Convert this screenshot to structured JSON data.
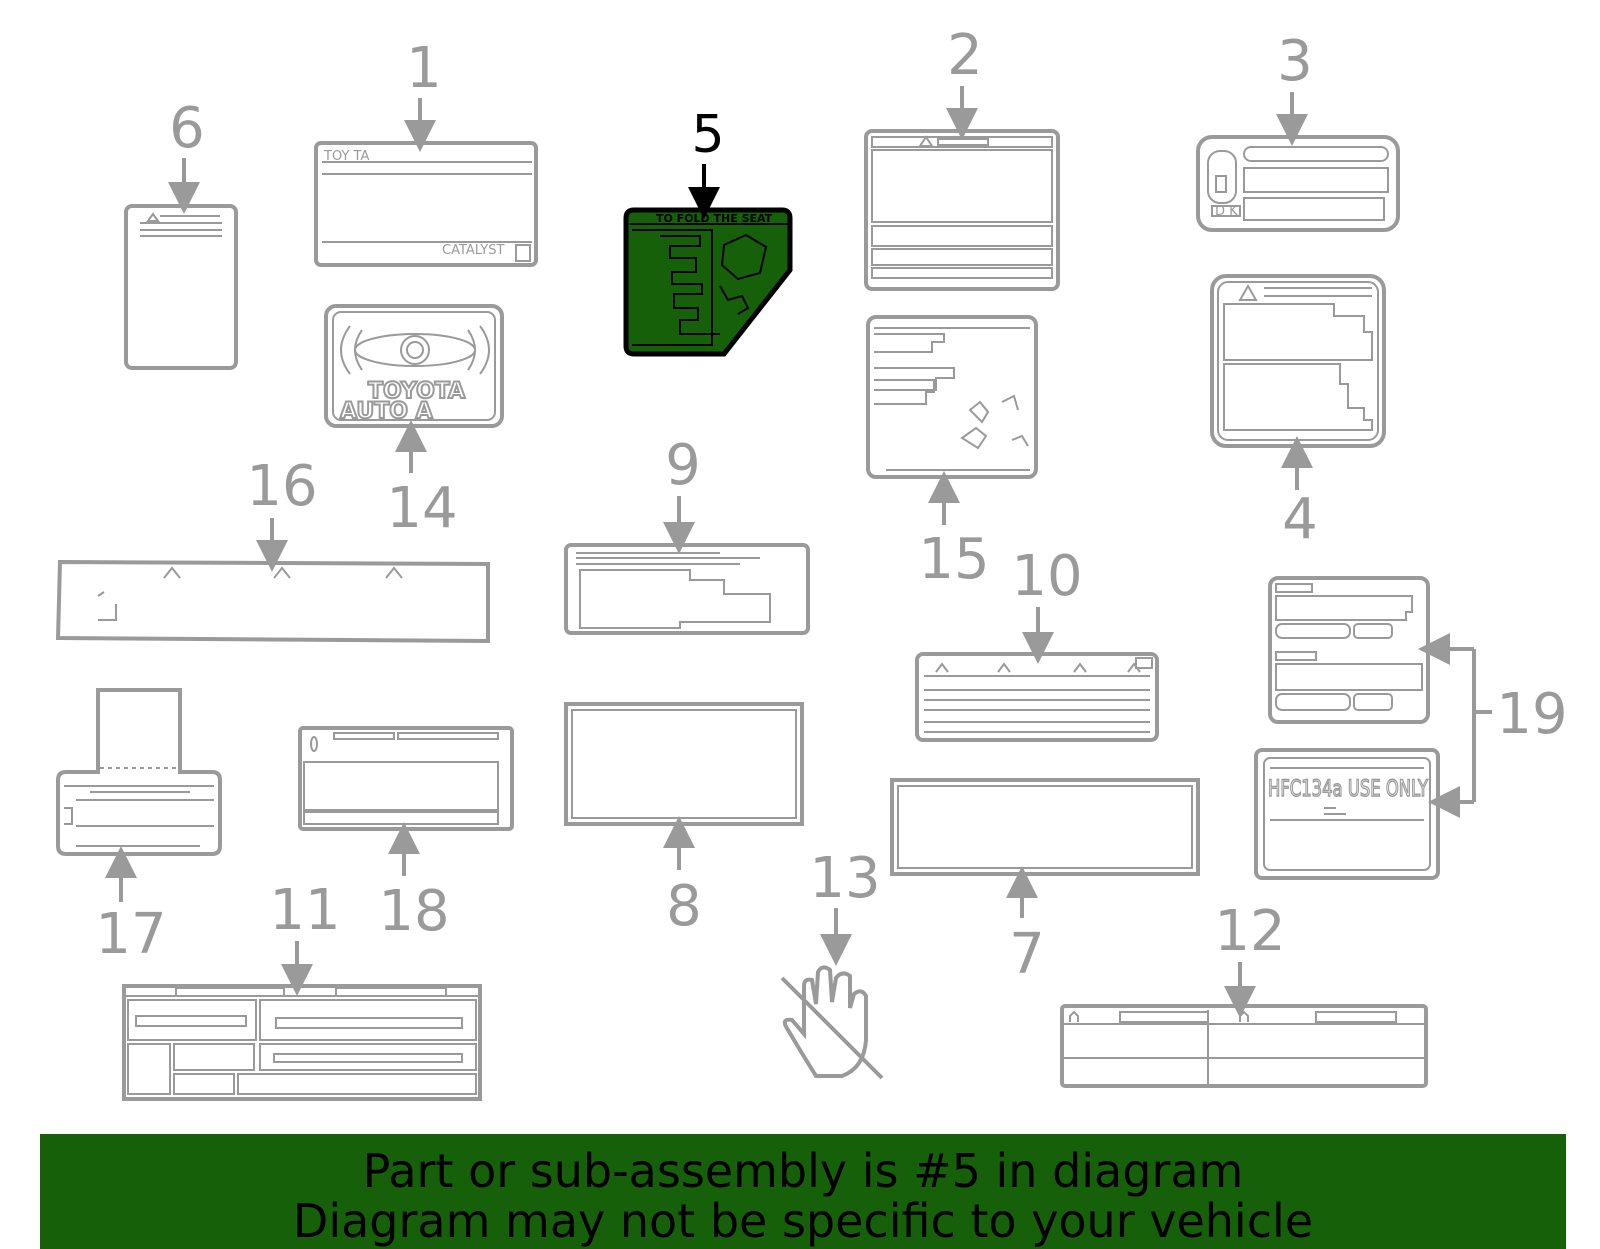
{
  "colors": {
    "highlight": "#156008",
    "line": "#9a9a9a",
    "selected_callout": "#000000"
  },
  "selected_part": "5",
  "callouts": {
    "c1": "1",
    "c2": "2",
    "c3": "3",
    "c4": "4",
    "c5": "5",
    "c6": "6",
    "c7": "7",
    "c8": "8",
    "c9": "9",
    "c10": "10",
    "c11": "11",
    "c12": "12",
    "c13": "13",
    "c14": "14",
    "c15": "15",
    "c16": "16",
    "c17": "17",
    "c18": "18",
    "c19": "19"
  },
  "label_text": {
    "l1_top": "TOY  TA",
    "l1_bottom": "CATALYST",
    "l5_top": "TO FOLD THE SEAT",
    "l14_line1": "TOYOTA",
    "l14_line2": "AUTO A",
    "l3_code": "D K",
    "l19_refrigerant": "HFC134a USE ONLY"
  },
  "banner": {
    "line1": "Part or sub-assembly is #5 in diagram",
    "line2": "Diagram may not be specific to your vehicle"
  }
}
